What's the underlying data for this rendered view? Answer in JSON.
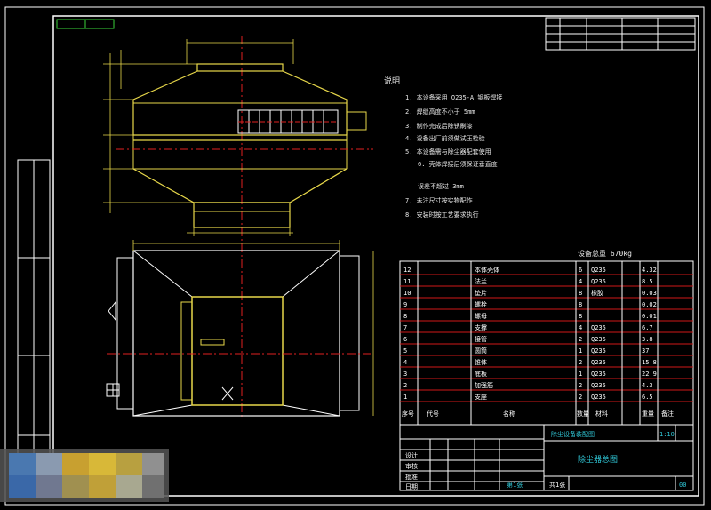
{
  "colors": {
    "background": "#000000",
    "frame": "#ffffff",
    "drawing_yellow": "#e8d84a",
    "centerline_red": "#e02020",
    "table_red": "#d01818",
    "dimension_green": "#3ad23a",
    "title_cyan": "#30c8d8",
    "annotation_white": "#e8e8e8"
  },
  "notes": {
    "heading": "说明",
    "items": [
      "1. 本设备采用 Q235-A 钢板焊接",
      "2. 焊缝高度不小于 5mm",
      "3. 制作完成后除锈刷漆",
      "4. 设备出厂前须做试压检验",
      "5. 本设备需与除尘器配套使用",
      "6. 壳体焊接后须保证垂直度",
      "   误差不超过 3mm",
      "7. 未注尺寸按实物配作",
      "8. 安装时按工艺要求执行"
    ]
  },
  "weight_note": "设备总重 670kg",
  "bom_rows": [
    {
      "no": "12",
      "name": "本体壳体",
      "qty": "6",
      "mat": "Q235",
      "w": "4.32"
    },
    {
      "no": "11",
      "name": "法兰",
      "qty": "4",
      "mat": "Q235",
      "w": "8.5"
    },
    {
      "no": "10",
      "name": "垫片",
      "qty": "8",
      "mat": "橡胶",
      "w": "0.03"
    },
    {
      "no": "9",
      "name": "螺栓",
      "qty": "8",
      "mat": "",
      "w": "0.02"
    },
    {
      "no": "8",
      "name": "螺母",
      "qty": "8",
      "mat": "",
      "w": "0.01"
    },
    {
      "no": "7",
      "name": "支撑",
      "qty": "4",
      "mat": "Q235",
      "w": "6.7"
    },
    {
      "no": "6",
      "name": "接管",
      "qty": "2",
      "mat": "Q235",
      "w": "3.8"
    },
    {
      "no": "5",
      "name": "圆筒",
      "qty": "1",
      "mat": "Q235",
      "w": "37"
    },
    {
      "no": "4",
      "name": "锥体",
      "qty": "2",
      "mat": "Q235",
      "w": "15.8"
    },
    {
      "no": "3",
      "name": "底板",
      "qty": "1",
      "mat": "Q235",
      "w": "22.9"
    },
    {
      "no": "2",
      "name": "加强筋",
      "qty": "2",
      "mat": "Q235",
      "w": "4.3"
    },
    {
      "no": "1",
      "name": "支座",
      "qty": "2",
      "mat": "Q235",
      "w": "6.5"
    }
  ],
  "bom_header": {
    "no": "序号",
    "code": "代号",
    "name": "名称",
    "qty": "数量",
    "mat": "材料",
    "w": "重量",
    "remark": "备注"
  },
  "title_block": {
    "project": "除尘设备装配图",
    "drawing_title": "除尘器总图",
    "scale": "1:10",
    "labels": [
      "设计",
      "审核",
      "批准",
      "日期"
    ],
    "sheet": "共1张",
    "code": "00",
    "part": "第1张"
  }
}
